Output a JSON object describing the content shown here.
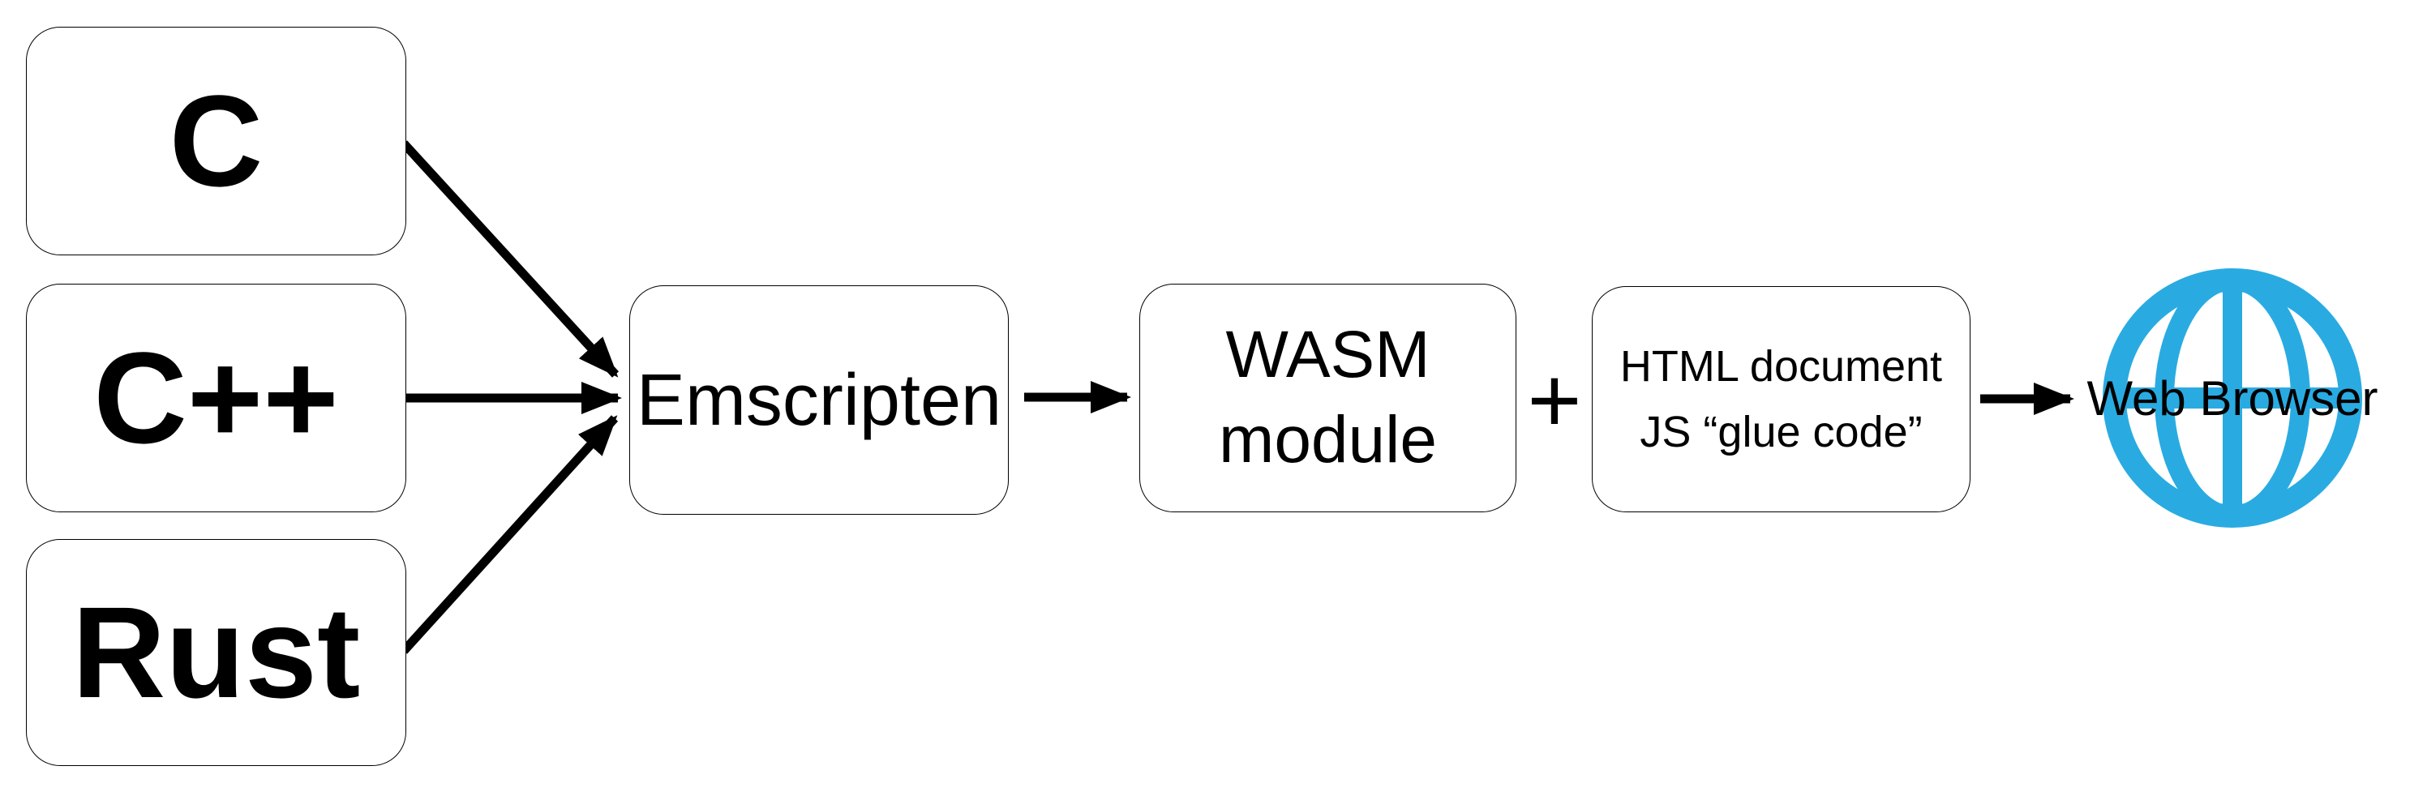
{
  "colors": {
    "globe_blue": "#29ABE2",
    "arrow_black": "#000000",
    "box_border": "#000000",
    "text_black": "#000000",
    "background": "#FFFFFF"
  },
  "nodes": {
    "c": {
      "label": "C"
    },
    "cpp": {
      "label": "C++"
    },
    "rust": {
      "label": "Rust"
    },
    "emscripten": {
      "label": "Emscripten"
    },
    "wasm_module": {
      "line1": "WASM",
      "line2": "module"
    },
    "html_js": {
      "line1": "HTML document",
      "line2": "JS “glue code”"
    },
    "web_browser": {
      "label": "Web Browser"
    }
  },
  "operators": {
    "plus": "+"
  },
  "icons": {
    "web_browser_globe": "globe-icon"
  }
}
